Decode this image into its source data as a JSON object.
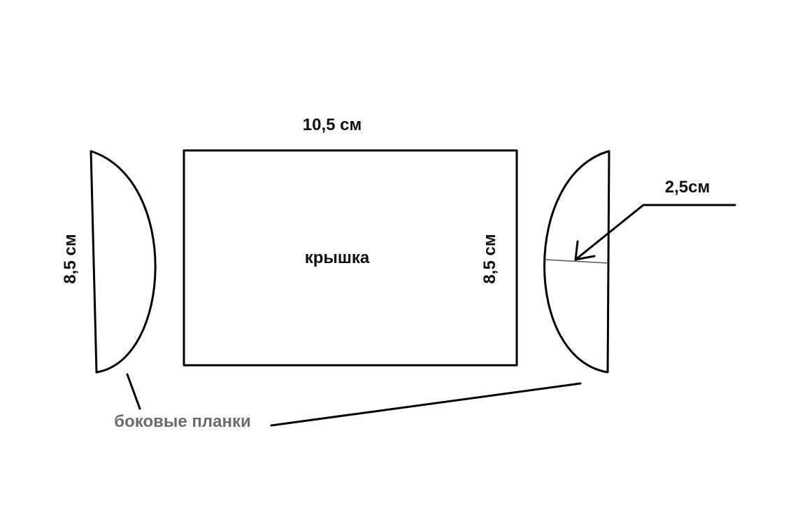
{
  "labels": {
    "top_width": "10,5 см",
    "left_height": "8,5 см",
    "lid": "крышка",
    "right_height": "8,5 см",
    "arc_depth": "2,5см",
    "side_strips": "боковые планки"
  },
  "colors": {
    "lines": "#000000",
    "text": "#111111",
    "caption_text": "#6b6b6b",
    "background": "#ffffff"
  }
}
